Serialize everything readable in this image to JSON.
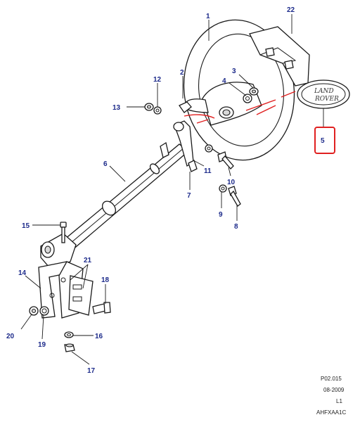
{
  "badge": {
    "line1": "LAND",
    "line2": "ROVER"
  },
  "callouts": [
    {
      "id": "c1",
      "label": "1"
    },
    {
      "id": "c2",
      "label": "2"
    },
    {
      "id": "c3",
      "label": "3"
    },
    {
      "id": "c4",
      "label": "4"
    },
    {
      "id": "c5",
      "label": "5",
      "highlighted": true
    },
    {
      "id": "c6",
      "label": "6"
    },
    {
      "id": "c7",
      "label": "7"
    },
    {
      "id": "c8",
      "label": "8"
    },
    {
      "id": "c9",
      "label": "9"
    },
    {
      "id": "c10",
      "label": "10"
    },
    {
      "id": "c11",
      "label": "11"
    },
    {
      "id": "c12",
      "label": "12"
    },
    {
      "id": "c13",
      "label": "13"
    },
    {
      "id": "c14",
      "label": "14"
    },
    {
      "id": "c15",
      "label": "15"
    },
    {
      "id": "c16",
      "label": "16"
    },
    {
      "id": "c17",
      "label": "17"
    },
    {
      "id": "c18",
      "label": "18"
    },
    {
      "id": "c19",
      "label": "19"
    },
    {
      "id": "c20",
      "label": "20"
    },
    {
      "id": "c21",
      "label": "21"
    },
    {
      "id": "c22",
      "label": "22"
    }
  ],
  "info_block": {
    "page_ref": "P02.015",
    "date": "08-2009",
    "level": "L1",
    "code": "AHFXAA1C"
  },
  "colors": {
    "callout": "#1c2a8a",
    "highlight": "#e02020"
  }
}
